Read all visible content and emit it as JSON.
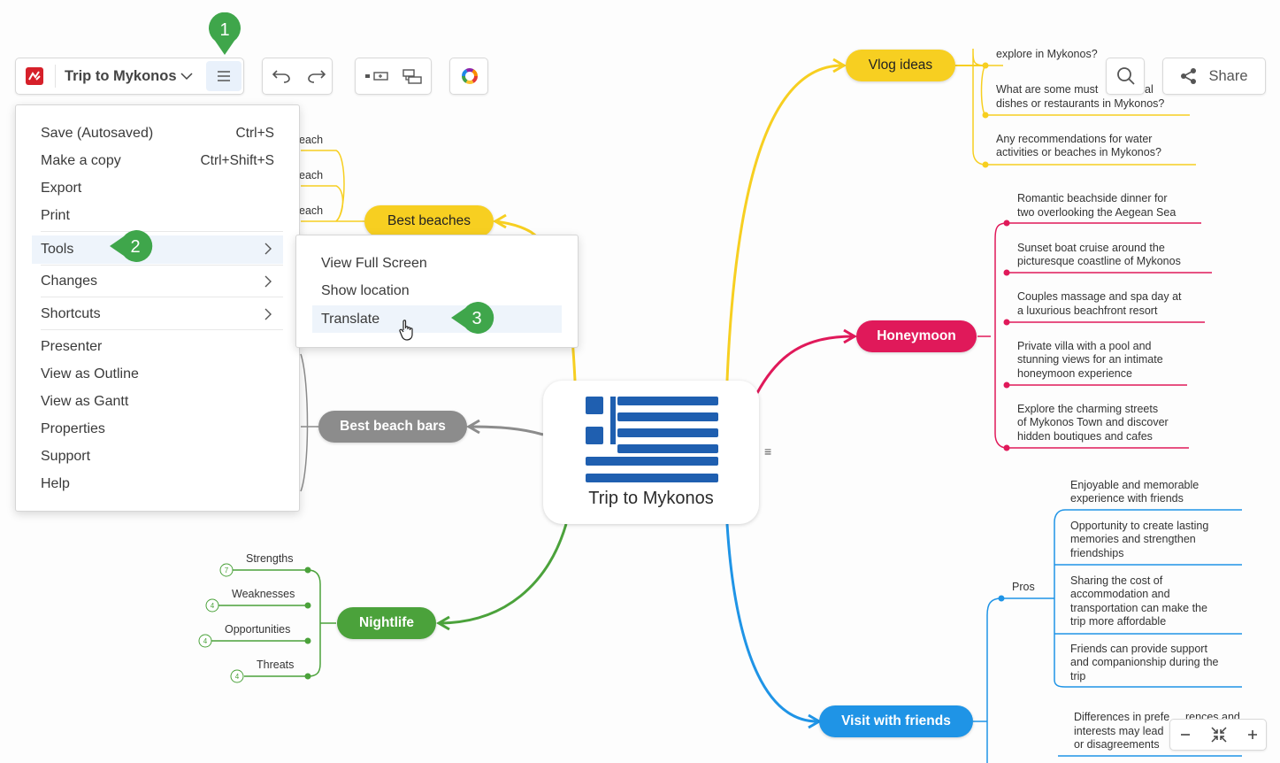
{
  "app": {
    "doc_title": "Trip to Mykonos",
    "share_label": "Share"
  },
  "main_menu": {
    "items": [
      {
        "label": "Save (Autosaved)",
        "shortcut": "Ctrl+S"
      },
      {
        "label": "Make a copy",
        "shortcut": "Ctrl+Shift+S"
      },
      {
        "label": "Export"
      },
      {
        "label": "Print"
      },
      {
        "label": "Tools",
        "submenu": true,
        "highlighted": true
      },
      {
        "label": "Changes",
        "submenu": true
      },
      {
        "label": "Shortcuts",
        "submenu": true
      },
      {
        "label": "Presenter"
      },
      {
        "label": "View as Outline"
      },
      {
        "label": "View as Gantt"
      },
      {
        "label": "Properties"
      },
      {
        "label": "Support"
      },
      {
        "label": "Help"
      }
    ]
  },
  "tools_submenu": {
    "items": [
      {
        "label": "View Full Screen"
      },
      {
        "label": "Show location"
      },
      {
        "label": "Translate",
        "hovered": true
      }
    ]
  },
  "step_badges": [
    "1",
    "2",
    "3"
  ],
  "mindmap": {
    "central": "Trip to Mykonos",
    "topics": {
      "vlog": "Vlog ideas",
      "beaches": "Best beaches",
      "honeymoon": "Honeymoon",
      "bars": "Best beach bars",
      "nightlife": "Nightlife",
      "friends": "Visit with friends"
    },
    "vlog_items": [
      "explore in Mykonos?",
      "What are some must",
      "al",
      "dishes or restaurants in Mykonos?",
      "Any recommendations for water",
      "activities or beaches in Mykonos?"
    ],
    "beach_items": [
      "each",
      "each",
      "each"
    ],
    "honeymoon_items": [
      "Romantic beachside dinner for",
      "two overlooking the Aegean Sea",
      "Sunset boat cruise around the",
      "picturesque coastline of Mykonos",
      "Couples massage and spa day at",
      "a luxurious beachfront resort",
      "Private villa with a pool and",
      "stunning views for an intimate",
      "honeymoon experience",
      "Explore the charming streets",
      "of Mykonos Town and discover",
      "hidden boutiques and cafes"
    ],
    "nightlife_items": [
      {
        "label": "Strengths",
        "count": "7"
      },
      {
        "label": "Weaknesses",
        "count": "4"
      },
      {
        "label": "Opportunities",
        "count": "4"
      },
      {
        "label": "Threats",
        "count": "4"
      }
    ],
    "pros_label": "Pros",
    "pros_items": [
      "Enjoyable and memorable",
      "experience with friends",
      "Opportunity to create lasting",
      "memories and strengthen",
      "friendships",
      "Sharing the cost of",
      "accommodation and",
      "transportation can make the",
      "trip more affordable",
      "Friends can provide support",
      "and companionship during the",
      "trip",
      "Differences in prefe",
      "rences and",
      "interests may lead",
      "or disagreements"
    ]
  },
  "colors": {
    "vlog": "#f7cf21",
    "beaches": "#f7cf21",
    "honeymoon": "#e0195a",
    "bars": "#8c8c8c",
    "nightlife": "#4ba23b",
    "friends": "#1f94e6",
    "badge": "#3fa64b",
    "flag_blue": "#1f5fb0",
    "logo_red": "#d6202a"
  },
  "icons": {
    "logo": "mindmap-logo-icon",
    "menu": "hamburger-icon",
    "undo": "undo-icon",
    "redo": "redo-icon",
    "insert": "insert-topic-icon",
    "subtopic": "subtopic-icon",
    "theme": "color-wheel-icon",
    "search": "search-icon",
    "share": "share-icon",
    "zoom_out": "minus-icon",
    "fit": "fit-to-screen-icon",
    "zoom_in": "plus-icon"
  }
}
